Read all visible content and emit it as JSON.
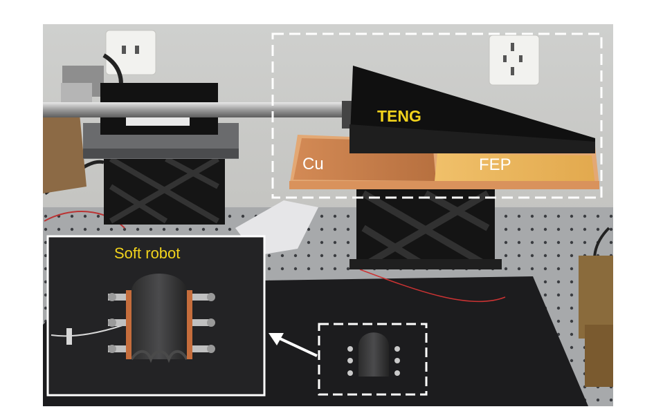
{
  "labels": {
    "teng": "TENG",
    "cu": "Cu",
    "fep": "FEP",
    "soft_robot": "Soft robot"
  },
  "colors": {
    "label_yellow": "#f2d31c",
    "label_white": "#ffffff",
    "dashed_box": "#ffffff",
    "copper": "#c9814f",
    "fep_film": "#e9b35a",
    "optical_table": "#a8a8a8"
  }
}
